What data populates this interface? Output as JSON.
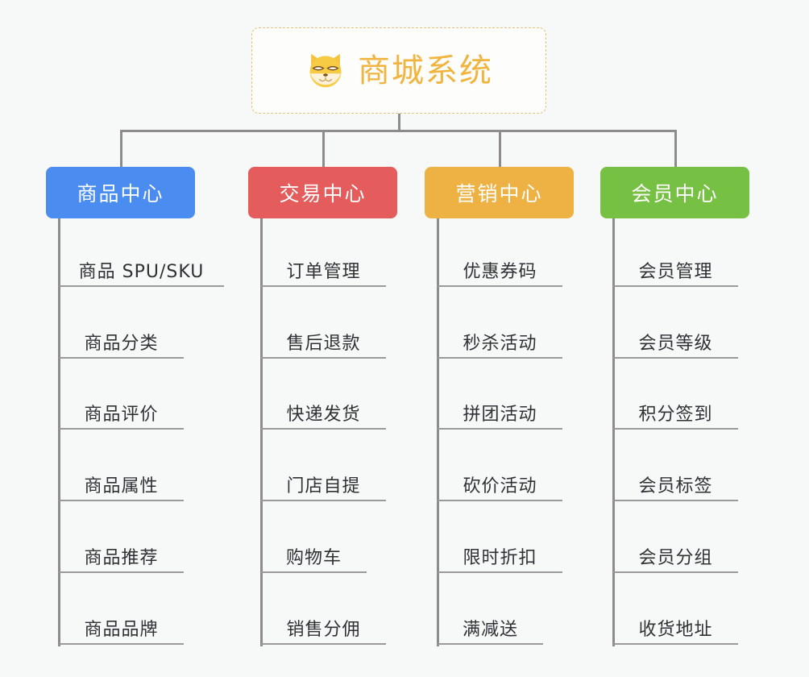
{
  "root": {
    "title": "商城系统",
    "icon": "shiba-dog-icon",
    "border_color": "#e8c178",
    "text_color": "#f0b43f",
    "background": "#fdfdfc"
  },
  "canvas": {
    "background": "#f7f8f8",
    "connector_color": "#8c8c8c",
    "leaf_rule_color": "#9a9a9a",
    "leaf_text_color": "#2f3135"
  },
  "columns": [
    {
      "title": "商品中心",
      "color": "#4a8cf0",
      "items": [
        "商品 SPU/SKU",
        "商品分类",
        "商品评价",
        "商品属性",
        "商品推荐",
        "商品品牌"
      ]
    },
    {
      "title": "交易中心",
      "color": "#e45c5c",
      "items": [
        "订单管理",
        "售后退款",
        "快递发货",
        "门店自提",
        "购物车",
        "销售分佣"
      ]
    },
    {
      "title": "营销中心",
      "color": "#eeb244",
      "items": [
        "优惠券码",
        "秒杀活动",
        "拼团活动",
        "砍价活动",
        "限时折扣",
        "满减送"
      ]
    },
    {
      "title": "会员中心",
      "color": "#76c043",
      "items": [
        "会员管理",
        "会员等级",
        "积分签到",
        "会员标签",
        "会员分组",
        "收货地址"
      ]
    }
  ]
}
